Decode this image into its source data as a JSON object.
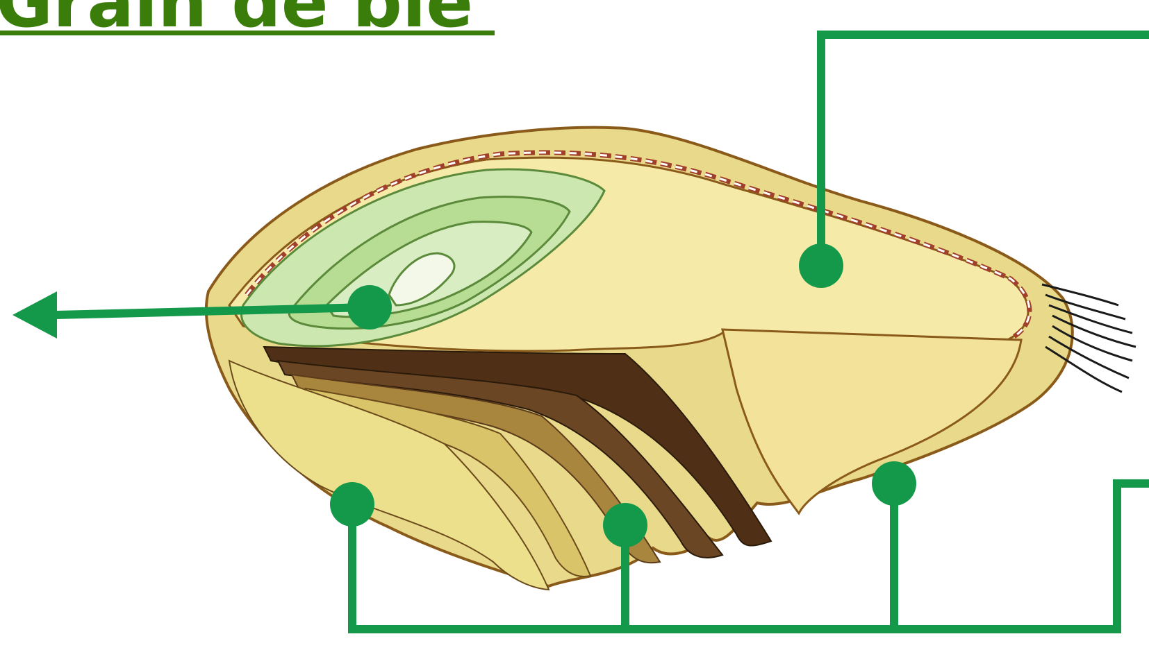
{
  "title": "Grain de blé",
  "colors": {
    "title": "#3a7d0a",
    "leader_lines": "#14994a",
    "husk": "#e9d98a",
    "endosperm": "#f6eaa8",
    "embryo": "#cde7b0",
    "glume_dark": "#5a3a1a",
    "outline": "#8a5a1a"
  },
  "icons": {
    "pointer_dots": "filled-circle",
    "left_pointer": "arrowhead-left"
  },
  "labels": []
}
